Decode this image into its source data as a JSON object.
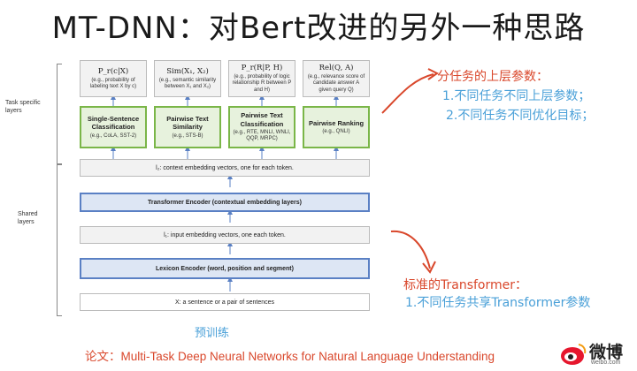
{
  "title": "MT-DNN：对Bert改进的另外一种思路",
  "side_labels": {
    "task": "Task specific\nlayers",
    "shared": "Shared\nlayers"
  },
  "tasks": [
    {
      "formula": "P_r(c|X)",
      "desc": "(e.g., probability of labeling text X by c)",
      "title": "Single-Sentence Classification",
      "ex": "(e.g., CoLA, SST-2)"
    },
    {
      "formula": "Sim(X₁, X₂)",
      "desc": "(e.g., semantic similarity between X₁ and X₂)",
      "title": "Pairwise Text Similarity",
      "ex": "(e.g., STS-B)"
    },
    {
      "formula": "P_r(R|P, H)",
      "desc": "(e.g., probability of logic relationship R between P and H)",
      "title": "Pairwise Text Classification",
      "ex": "(e.g., RTE, MNLI, WNLI, QQP, MRPC)"
    },
    {
      "formula": "Rel(Q, A)",
      "desc": "(e.g., relevance score of candidate answer A given query Q)",
      "title": "Pairwise Ranking",
      "ex": "(e.g., QNLI)"
    }
  ],
  "shared": {
    "l2": "l₂: context embedding vectors, one for each token.",
    "transformer": "Transformer Encoder (contextual embedding layers)",
    "l1": "l₁: input embedding vectors, one each token.",
    "lexicon": "Lexicon Encoder (word, position and segment)",
    "input": "X: a sentence or a pair of sentences"
  },
  "annotations": {
    "top_head": "分任务的上层参数：",
    "top_1": "1.不同任务不同上层参数；",
    "top_2": "2.不同任务不同优化目标；",
    "bottom_head": "标准的Transformer：",
    "bottom_1": "1.不同任务共享Transformer参数"
  },
  "pretrain_label": "预训练",
  "paper": "论文：Multi-Task Deep Neural Networks for Natural Language Understanding",
  "watermark": {
    "name": "微博",
    "url": "weibo.com"
  },
  "colors": {
    "red": "#d9472b",
    "blue": "#4aa0d8",
    "green": "#7ab648",
    "navy": "#5a80c4"
  }
}
